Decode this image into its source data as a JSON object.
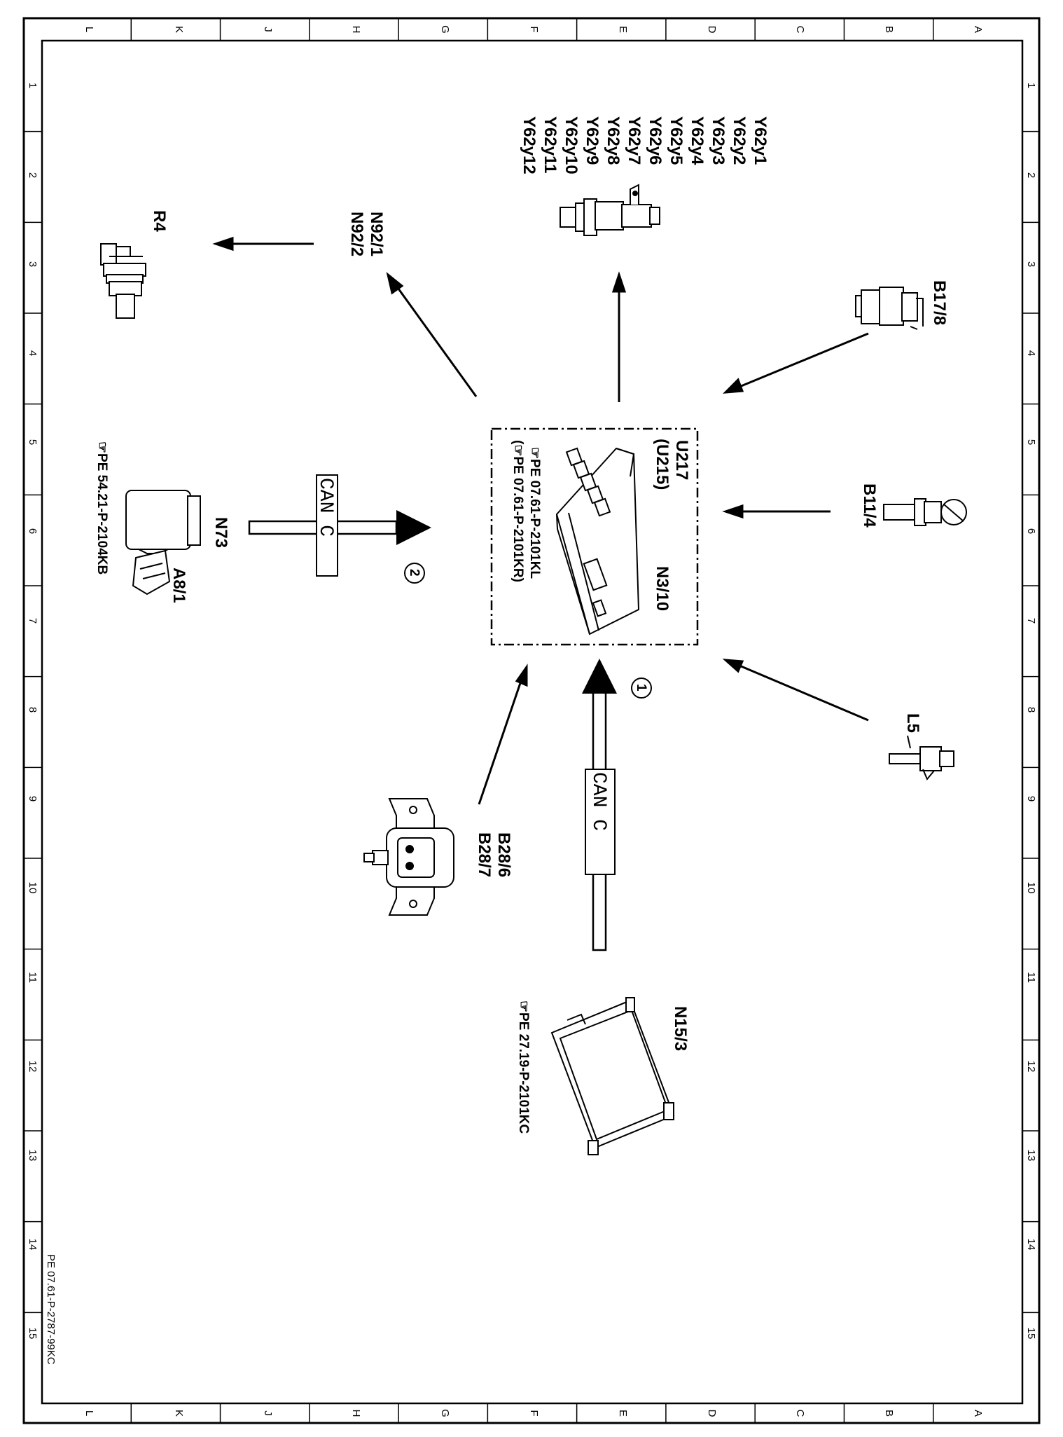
{
  "grid": {
    "letters_top": [
      "L",
      "K",
      "J",
      "H",
      "G",
      "F",
      "E",
      "D",
      "C",
      "B",
      "A"
    ],
    "numbers": [
      "1",
      "2",
      "3",
      "4",
      "5",
      "6",
      "7",
      "8",
      "9",
      "10",
      "11",
      "12",
      "13",
      "14",
      "15"
    ]
  },
  "components": {
    "control_unit": {
      "id": "N3/10",
      "model1": "U217",
      "model2": "(U215)",
      "ref1": "☞PE  07.61-P-2101KL",
      "ref2": "(☞PE  07.61-P-2101KR)"
    },
    "injectors": [
      "Y62y1",
      "Y62y2",
      "Y62y3",
      "Y62y4",
      "Y62y5",
      "Y62y6",
      "Y62y7",
      "Y62y8",
      "Y62y9",
      "Y62y10",
      "Y62y11",
      "Y62y12"
    ],
    "ignition": {
      "line1": "N92/1",
      "line2": "N92/2"
    },
    "spark_plug": "R4",
    "sensor_b17": "B17/8",
    "sensor_b11": "B11/4",
    "sensor_l5": "L5",
    "sensor_b28": {
      "line1": "B28/6",
      "line2": "B28/7"
    },
    "module_n73": {
      "id": "N73",
      "sub": "A8/1",
      "ref": "☞PE  54.21-P-2104KB"
    },
    "module_n15": {
      "id": "N15/3",
      "ref": "☞PE  27.19-P-2101KC"
    }
  },
  "can_buses": [
    {
      "label": "CAN C",
      "marker": "1"
    },
    {
      "label": "CAN C",
      "marker": "2"
    }
  ],
  "footer": "PE 07.61-P-2787-99KC"
}
